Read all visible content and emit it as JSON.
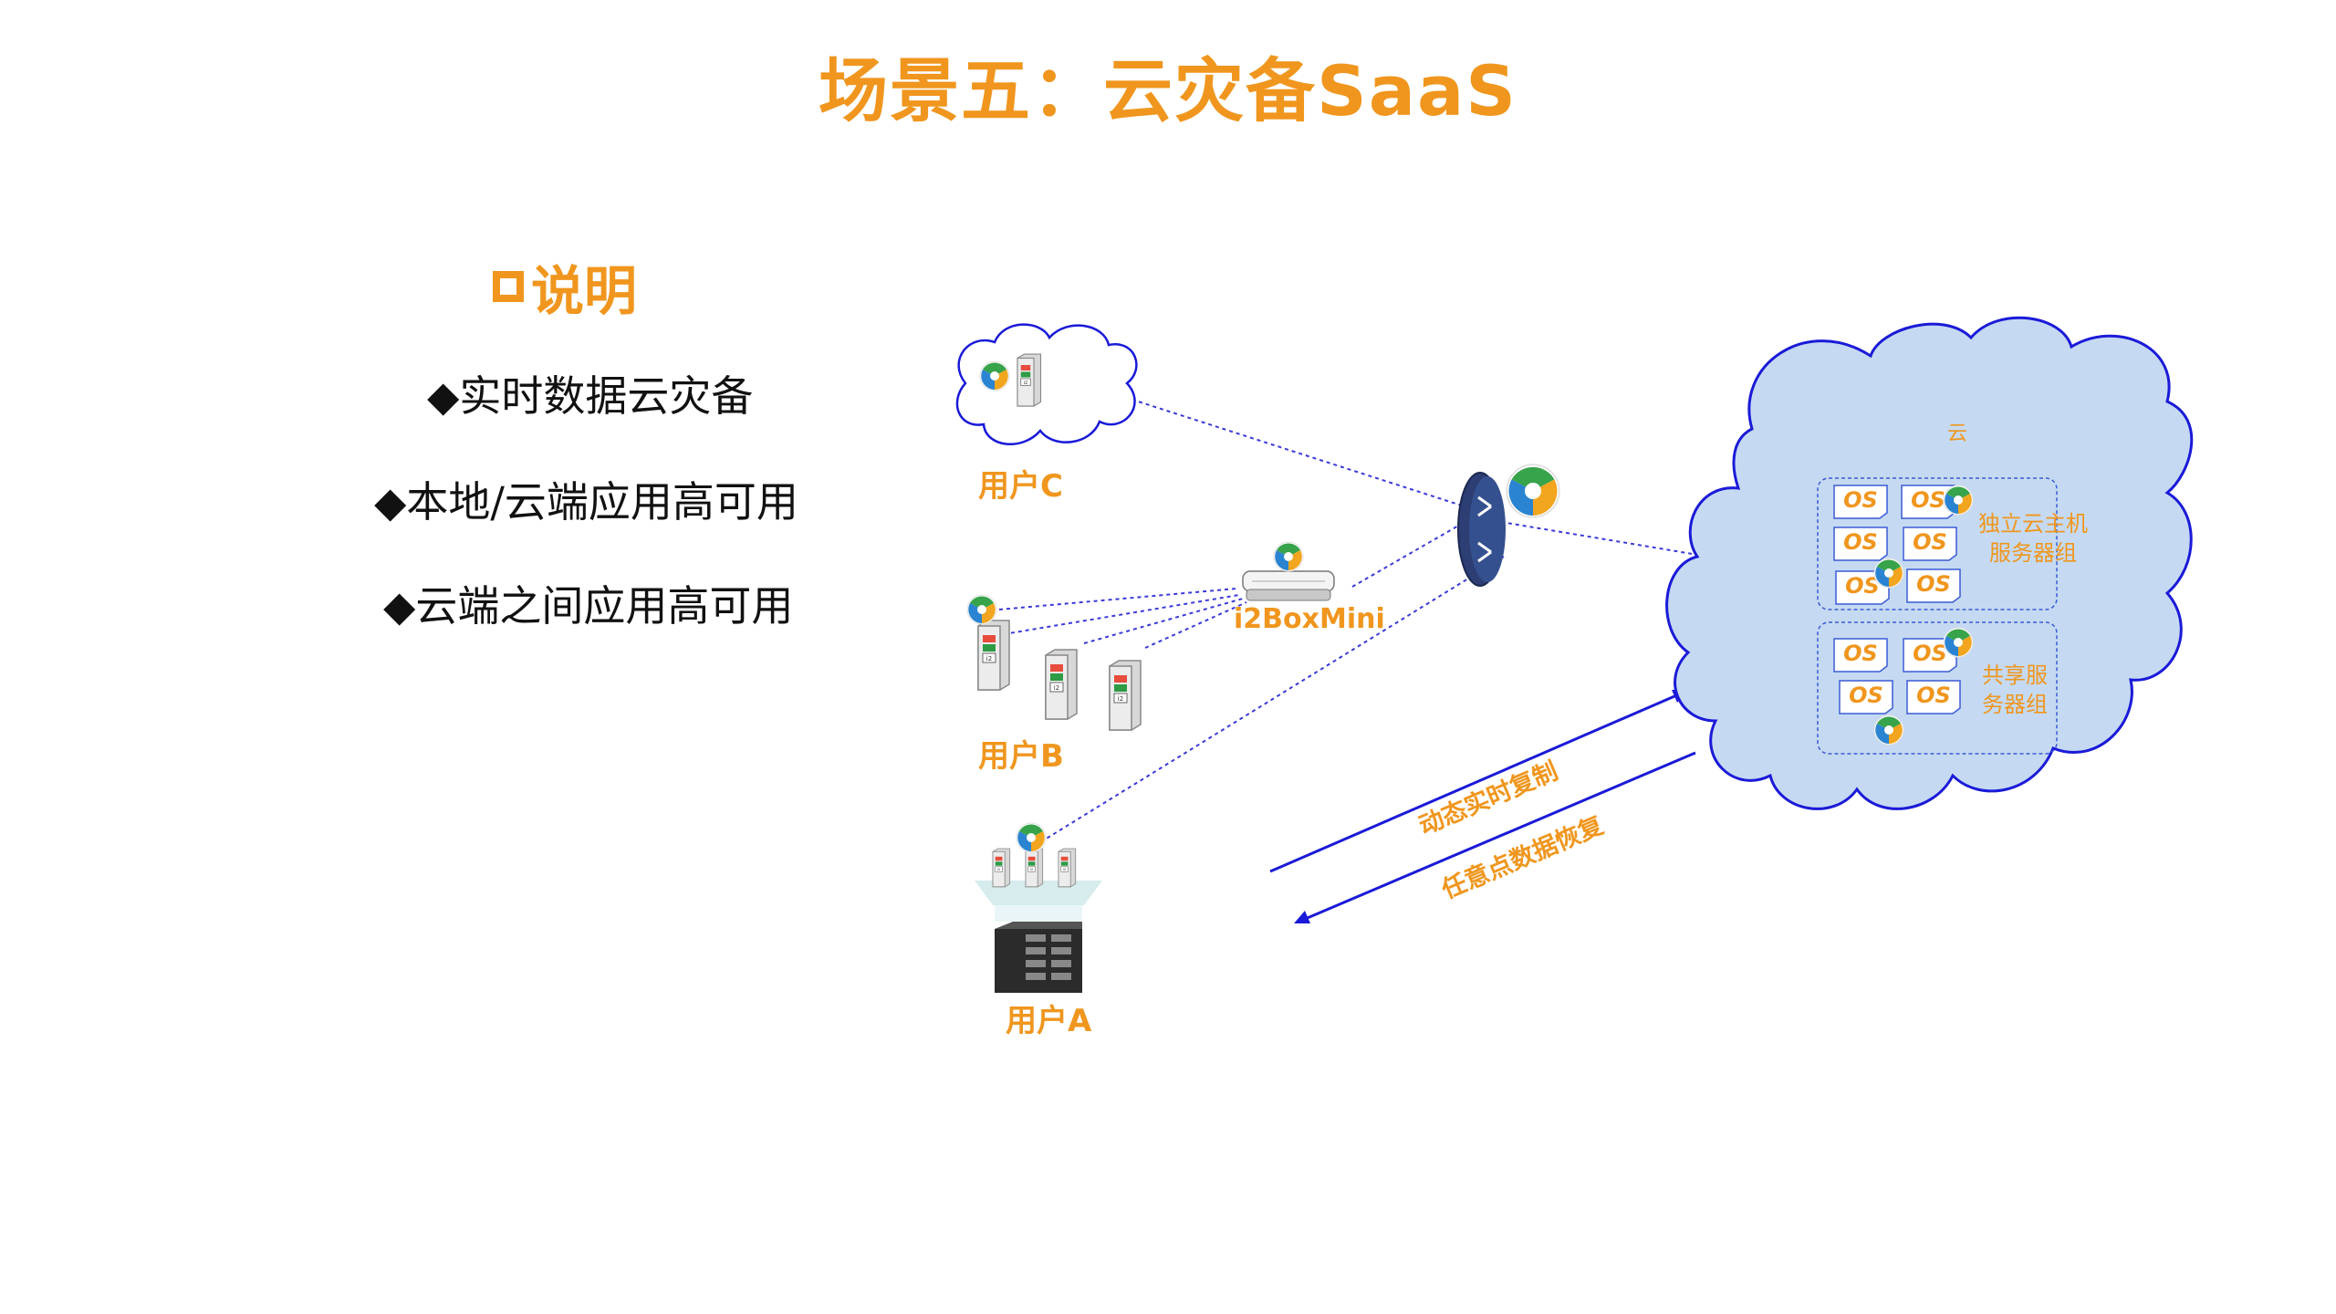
{
  "title": "场景五：云灾备SaaS",
  "notes": {
    "heading": "说明",
    "items": [
      "◆实时数据云灾备",
      "◆本地/云端应用高可用",
      "◆云端之间应用高可用"
    ]
  },
  "users": {
    "c": "用户C",
    "b": "用户B",
    "a": "用户A"
  },
  "device": "i2BoxMini",
  "cloud": {
    "label": "云",
    "group1": [
      "独立云主机",
      "服务器组"
    ],
    "group2": [
      "共享服",
      "务器组"
    ],
    "os_label": "OS"
  },
  "arrows": {
    "replicate": "动态实时复制",
    "restore": "任意点数据恢复"
  },
  "colors": {
    "accent": "#f0961e",
    "cloud_fill": "#c5daf2",
    "cloud_stroke": "#1a1ad8",
    "link": "#3a3ad8"
  }
}
